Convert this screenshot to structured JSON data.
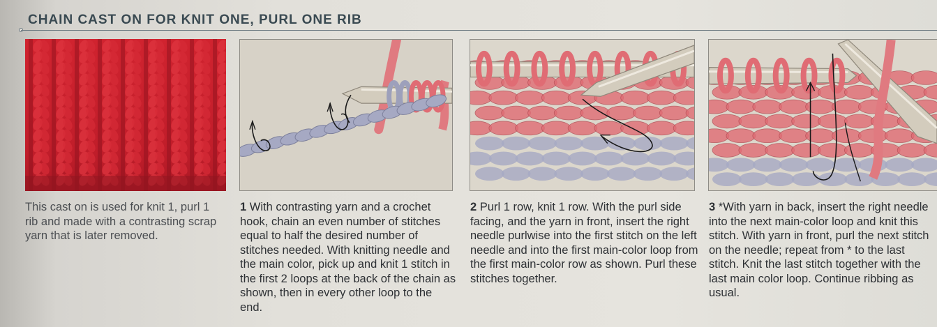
{
  "header": {
    "title": "CHAIN CAST ON FOR KNIT ONE, PURL ONE RIB"
  },
  "captions": {
    "intro": "This cast on is used for knit 1, purl 1 rib and made with a contrasting scrap yarn that is later removed.",
    "step1": {
      "number": "1",
      "text": "With contrasting yarn and a crochet hook, chain an even number of stitches equal to half the desired number of stitches needed. With knitting needle and the main color, pick up and knit 1 stitch in the first 2 loops at the back of the chain as shown, then in every other loop to the end."
    },
    "step2": {
      "number": "2",
      "text": "Purl 1 row, knit 1 row. With the purl side facing, and the yarn in front, insert the right needle purlwise into the first stitch on the left needle and into the first main-color loop from the first main-color row as shown. Purl these stitches together."
    },
    "step3": {
      "number": "3",
      "text": "*With yarn in back, insert the right needle into the next main-color loop and knit this stitch. With yarn in front, purl the next stitch on the needle; repeat from * to the last stitch. Knit the last stitch together with the last main color loop. Continue ribbing as usual."
    }
  },
  "colors": {
    "main_yarn": "#cc1f2c",
    "drawn_red": "#e06c74",
    "contrast_yarn": "#a6a9c3",
    "needle": "#cfc7b6",
    "heading": "#3a4a52",
    "text": "#2d3034"
  }
}
